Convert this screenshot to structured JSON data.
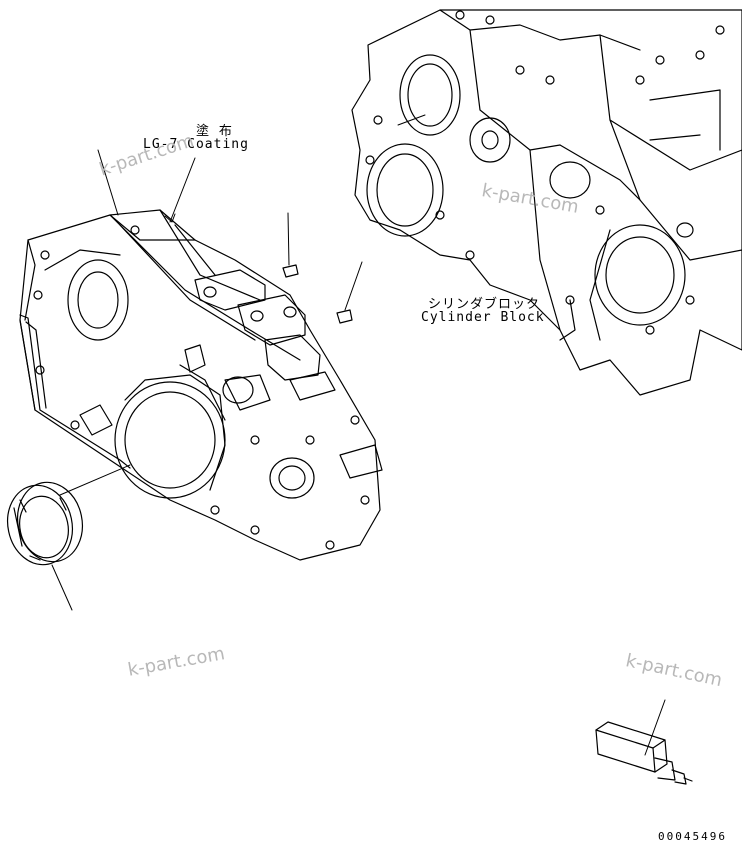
{
  "labels": {
    "coating_jp": "塗 布",
    "coating_en": "LG-7 Coating",
    "block_jp": "シリンダブロック",
    "block_en": "Cylinder Block"
  },
  "watermarks": [
    "k-part.com",
    "k-part.com",
    "k-part.com",
    "k-part.com"
  ],
  "drawing_code": "00045496",
  "colors": {
    "line": "#000000",
    "watermark": "#b8b8b8",
    "background": "#ffffff"
  }
}
